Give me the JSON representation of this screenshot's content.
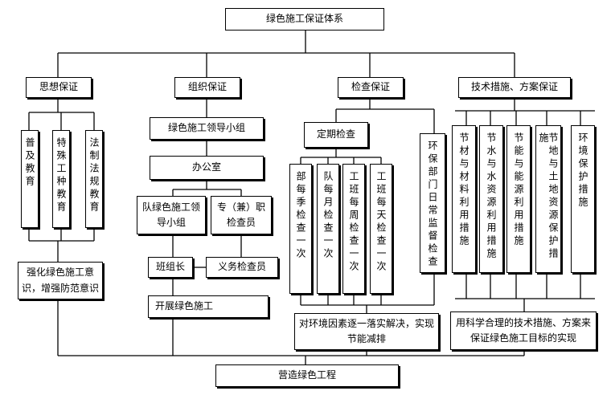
{
  "root": "绿色施工保证体系",
  "pillars": [
    "思想保证",
    "组织保证",
    "检查保证",
    "技术措施、方案保证"
  ],
  "education": [
    "普及教育",
    "特殊工种教育",
    "法制法规教育"
  ],
  "awareness": "强化绿色施工意识，增强防范意识",
  "org": {
    "leader_group": "绿色施工领导小组",
    "office": "办公室",
    "team_group": "队绿色施工领导小组",
    "inspector": "专（兼）职检查员",
    "squad_leader": "班组长",
    "volunteer": "义务检查员",
    "result": "开展绿色施工"
  },
  "inspection": {
    "periodic": "定期检查",
    "items": [
      "部每季检查一次",
      "队每月检查一次",
      "工班每周检查一次",
      "工班每天检查一次"
    ],
    "daily_env": "环保部门日常监督检查",
    "result": "对环境因素逐一落实解决，实现节能减排"
  },
  "tech": {
    "items": [
      "节材与材料利用措施",
      "节水与水资源利用措施",
      "节能与能源利用措施",
      "节地与土地资源保护措施",
      "环境保护措施"
    ],
    "result": "用科学合理的技术措施、方案来保证绿色施工目标的实现"
  },
  "goal": "营造绿色工程"
}
